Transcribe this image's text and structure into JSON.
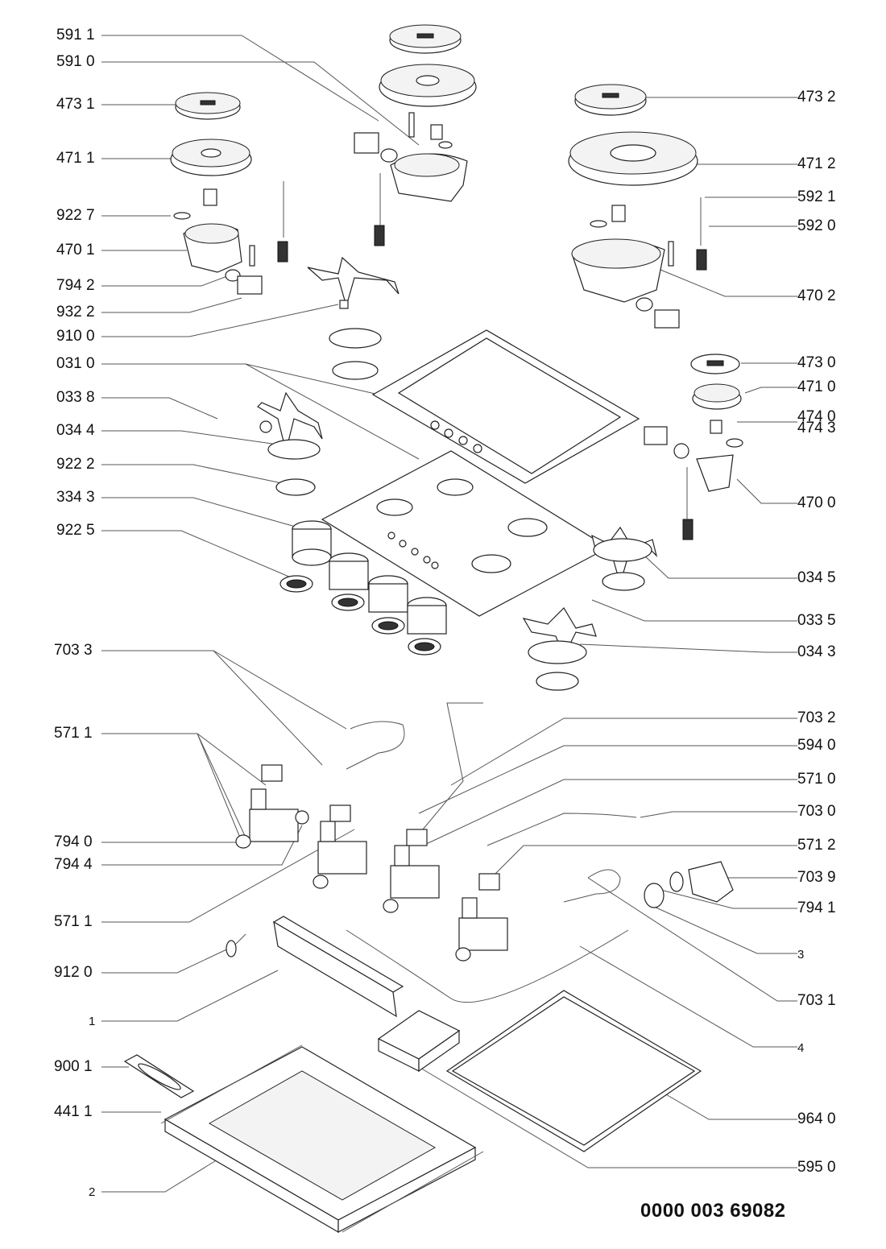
{
  "diagram": {
    "title": "Exploded parts diagram - gas hob",
    "document_number": "0000 003 69082",
    "labels_left": [
      {
        "id": "591-1",
        "text": "591 1"
      },
      {
        "id": "591-0",
        "text": "591 0"
      },
      {
        "id": "473-1",
        "text": "473 1"
      },
      {
        "id": "471-1",
        "text": "471 1"
      },
      {
        "id": "922-7",
        "text": "922 7"
      },
      {
        "id": "470-1",
        "text": "470 1"
      },
      {
        "id": "794-2",
        "text": "794 2"
      },
      {
        "id": "932-2",
        "text": "932 2"
      },
      {
        "id": "910-0",
        "text": "910 0"
      },
      {
        "id": "031-0",
        "text": "031 0"
      },
      {
        "id": "033-8",
        "text": "033 8"
      },
      {
        "id": "034-4",
        "text": "034 4"
      },
      {
        "id": "922-2",
        "text": "922 2"
      },
      {
        "id": "334-3",
        "text": "334 3"
      },
      {
        "id": "922-5",
        "text": "922 5"
      },
      {
        "id": "703-3",
        "text": "703 3"
      },
      {
        "id": "571-1a",
        "text": "571 1"
      },
      {
        "id": "794-0",
        "text": "794 0"
      },
      {
        "id": "794-4",
        "text": "794 4"
      },
      {
        "id": "571-1b",
        "text": "571 1"
      },
      {
        "id": "912-0",
        "text": "912 0"
      },
      {
        "id": "1",
        "text": "1"
      },
      {
        "id": "900-1",
        "text": "900 1"
      },
      {
        "id": "441-1",
        "text": "441 1"
      },
      {
        "id": "2",
        "text": "2"
      }
    ],
    "labels_right": [
      {
        "id": "473-2",
        "text": "473 2"
      },
      {
        "id": "471-2",
        "text": "471 2"
      },
      {
        "id": "592-1",
        "text": "592 1"
      },
      {
        "id": "592-0",
        "text": "592 0"
      },
      {
        "id": "470-2",
        "text": "470 2"
      },
      {
        "id": "473-0",
        "text": "473 0"
      },
      {
        "id": "471-0",
        "text": "471 0"
      },
      {
        "id": "474-0",
        "text": "474 0"
      },
      {
        "id": "474-3",
        "text": "474 3"
      },
      {
        "id": "470-0",
        "text": "470 0"
      },
      {
        "id": "034-5",
        "text": "034 5"
      },
      {
        "id": "033-5",
        "text": "033 5"
      },
      {
        "id": "034-3",
        "text": "034 3"
      },
      {
        "id": "703-2",
        "text": "703 2"
      },
      {
        "id": "594-0",
        "text": "594 0"
      },
      {
        "id": "571-0",
        "text": "571 0"
      },
      {
        "id": "703-0",
        "text": "703 0"
      },
      {
        "id": "571-2",
        "text": "571 2"
      },
      {
        "id": "703-9",
        "text": "703 9"
      },
      {
        "id": "794-1",
        "text": "794 1"
      },
      {
        "id": "3",
        "text": "3"
      },
      {
        "id": "703-1",
        "text": "703 1"
      },
      {
        "id": "4",
        "text": "4"
      },
      {
        "id": "964-0",
        "text": "964 0"
      },
      {
        "id": "595-0",
        "text": "595 0"
      }
    ]
  }
}
